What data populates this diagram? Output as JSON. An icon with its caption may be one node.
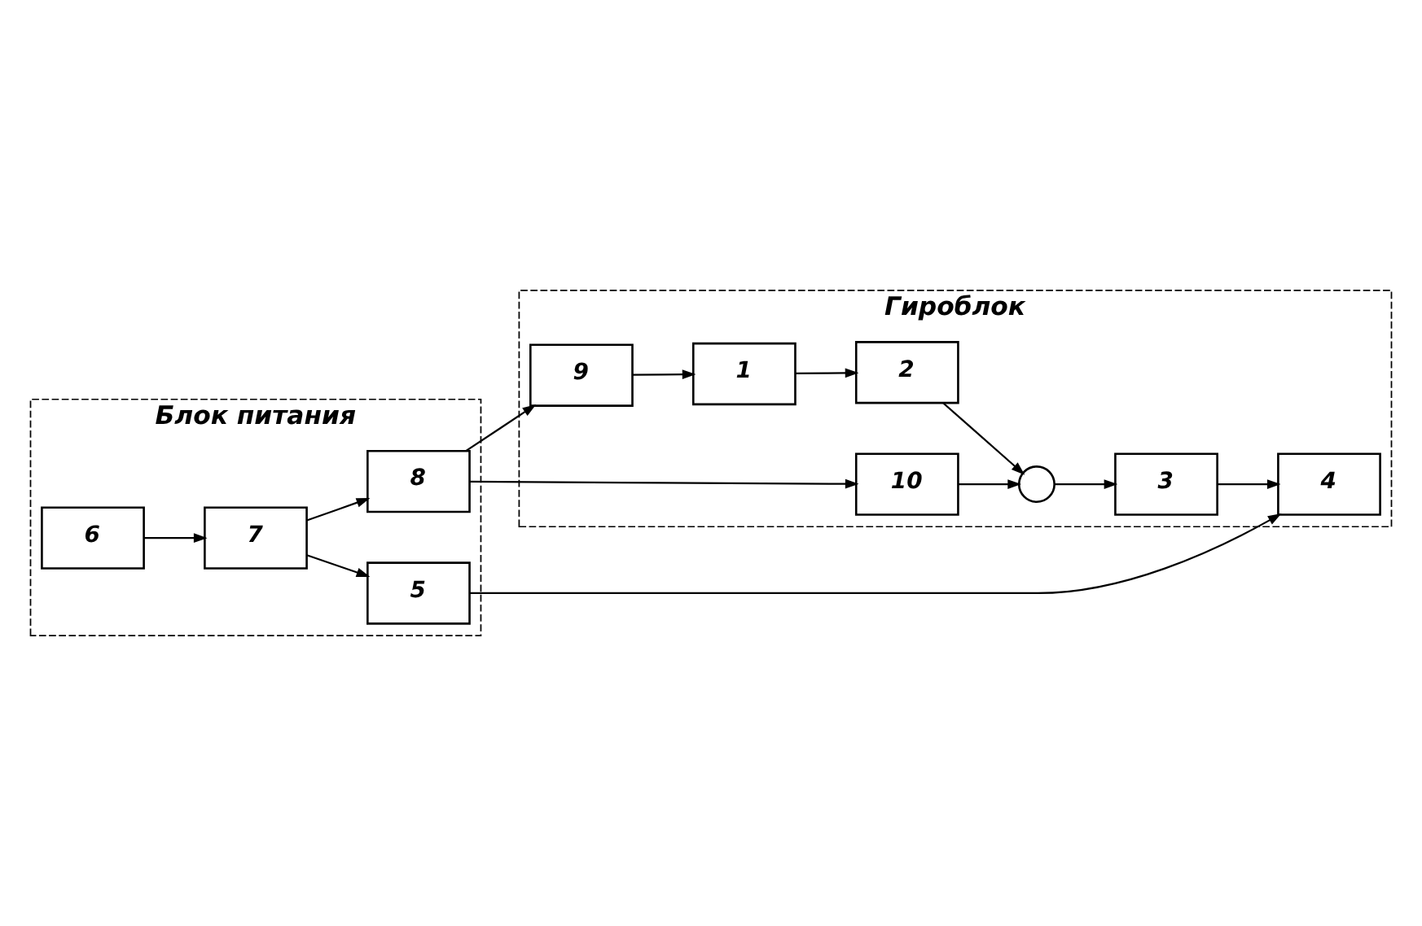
{
  "diagram": {
    "nodes": [
      {
        "text": [
          "Гироблок"
        ]
      },
      {
        "text": [
          "Блок питания"
        ]
      },
      {
        "text": [
          "8"
        ],
        "in": 1
      },
      {
        "text": [
          "7"
        ],
        "in": 1
      },
      {
        "text": [
          "9"
        ],
        "in": 0
      },
      {
        "text": [
          "10"
        ],
        "in": 0
      },
      {
        "text": [],
        "shape": "circle",
        "in": 0
      },
      {
        "text": [
          "3"
        ],
        "in": 0
      },
      {
        "text": [
          "5"
        ],
        "in": 1
      },
      {
        "text": [
          "6"
        ],
        "in": 1
      },
      {
        "text": [
          "4"
        ],
        "in": 0
      },
      {
        "text": [
          "1"
        ],
        "in": 0
      },
      {
        "text": [
          "2"
        ],
        "in": 0
      }
    ],
    "edges": [
      {
        "from": 2,
        "to": 4,
        "arrow": "to"
      },
      {
        "from": 2,
        "to": 5,
        "arrow": "to"
      },
      {
        "from": 3,
        "to": 2,
        "arrow": "to"
      },
      {
        "from": 3,
        "to": 8,
        "arrow": "to"
      },
      {
        "from": 9,
        "to": 3,
        "arrow": "to"
      },
      {
        "from": 5,
        "to": 6,
        "arrow": "to"
      },
      {
        "from": 6,
        "to": 7,
        "arrow": "to"
      },
      {
        "from": 7,
        "to": 10,
        "arrow": "to"
      },
      {
        "from": 8,
        "to": 10,
        "arrow": "to"
      },
      {
        "from": 4,
        "to": 11,
        "arrow": "to"
      },
      {
        "from": 11,
        "to": 12,
        "arrow": "to"
      },
      {
        "from": 12,
        "to": 6,
        "arrow": "to"
      }
    ]
  }
}
